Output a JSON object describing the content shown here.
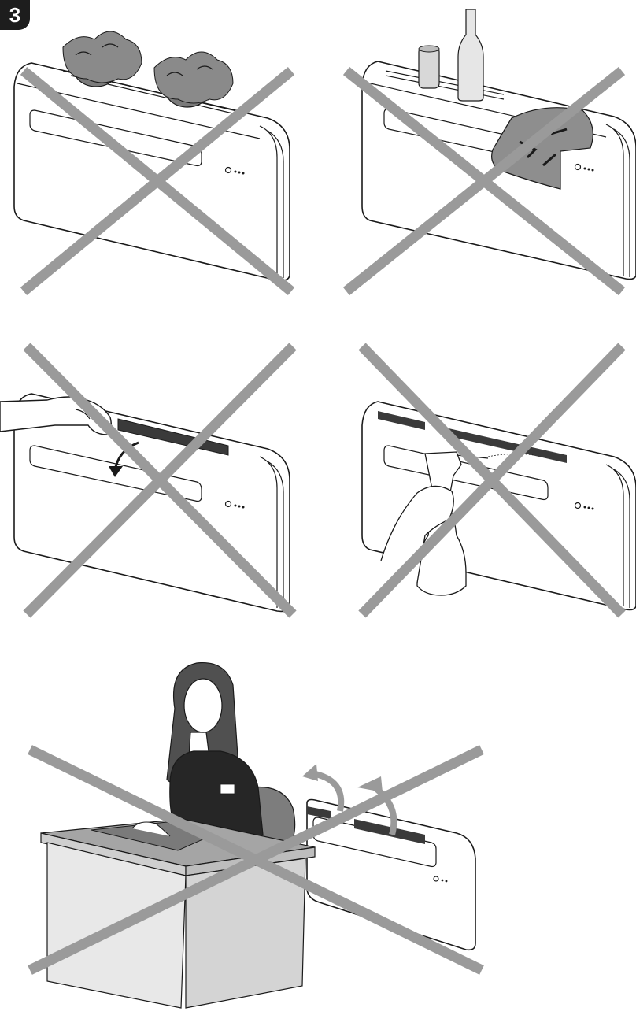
{
  "figure": {
    "number": "3"
  },
  "panels": [
    {
      "id": "plants-on-top"
    },
    {
      "id": "objects-on-top"
    },
    {
      "id": "hand-on-flap"
    },
    {
      "id": "spray-cleaner"
    },
    {
      "id": "obstruct-airflow"
    }
  ],
  "colors": {
    "cross": "#9a9a9a",
    "outline": "#1a1a1a",
    "badge": "#1d1d1d"
  }
}
